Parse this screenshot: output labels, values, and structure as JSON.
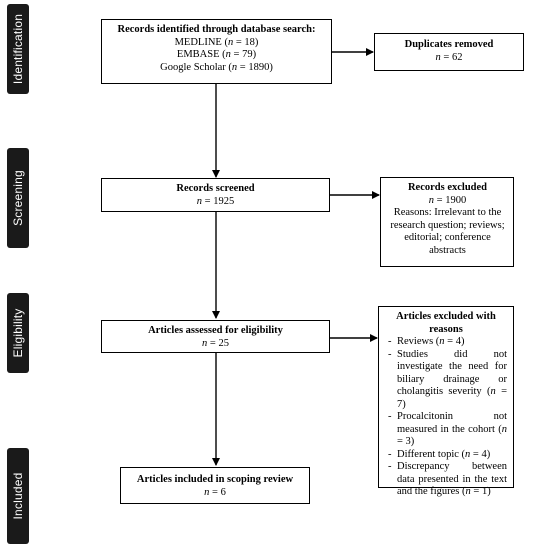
{
  "stages": [
    "Identification",
    "Screening",
    "Eligibility",
    "Included"
  ],
  "identification": {
    "title": "Records identified through database search:",
    "sources": [
      {
        "name": "MEDLINE",
        "n": "18"
      },
      {
        "name": "EMBASE",
        "n": "79"
      },
      {
        "name": "Google Scholar",
        "n": "1890"
      }
    ]
  },
  "duplicates": {
    "title": "Duplicates removed",
    "n": "62"
  },
  "screened": {
    "title": "Records screened",
    "n": "1925"
  },
  "excluded": {
    "title": "Records excluded",
    "n": "1900",
    "reasons": "Reasons: Irrelevant to the research question; reviews; editorial; conference abstracts"
  },
  "eligibility": {
    "title": "Articles assessed for eligibility",
    "n": "25"
  },
  "excluded_with_reasons": {
    "title": "Articles excluded with reasons",
    "items": [
      {
        "text": "Reviews",
        "n": "4"
      },
      {
        "text": "Studies did not investigate the need for biliary drainage or cholangitis severity",
        "n": "7"
      },
      {
        "text": "Procalcitonin not measured in the cohort",
        "n": "3"
      },
      {
        "text": "Different topic",
        "n": "4"
      },
      {
        "text": "Discrepancy between data presented in the text and the figures",
        "n": "1"
      }
    ]
  },
  "included": {
    "title": "Articles included in scoping review",
    "n": "6"
  },
  "labels": {
    "n_symbol": "n",
    "eq": " = "
  }
}
